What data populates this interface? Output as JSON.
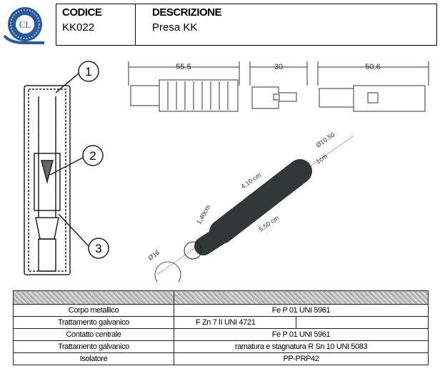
{
  "header": {
    "code_label": "CODICE",
    "code_value": "KK022",
    "desc_label": "DESCRIZIONE",
    "desc_value": "Presa KK"
  },
  "logo": {
    "text": "CL"
  },
  "callouts": [
    "1",
    "2",
    "3"
  ],
  "dimensions": {
    "top": [
      "55.5",
      "30",
      "50.6"
    ],
    "iso": [
      "4,10 cm",
      "5,50 cm",
      "1,40cm",
      "Ø10.50",
      "1cm",
      "Ø16"
    ]
  },
  "table": {
    "rows": [
      {
        "label": "Corpo metallico",
        "value": "Fe P 01 UNI 5961"
      },
      {
        "label": "Trattamento galvanico",
        "value": "F Zn 7 II UNI 4721",
        "extra": ""
      },
      {
        "label": "Contatto centrale",
        "value": "Fe P 01 UNI 5961"
      },
      {
        "label": "Trattamento galvanico",
        "value": "ramatura e stagnatura R Sn 10 UNI 5083"
      },
      {
        "label": "Isolatore",
        "value": "PP-PRP42"
      }
    ]
  },
  "colors": {
    "logo_blue": "#2a5a9a",
    "plug": "#2f3a38"
  }
}
